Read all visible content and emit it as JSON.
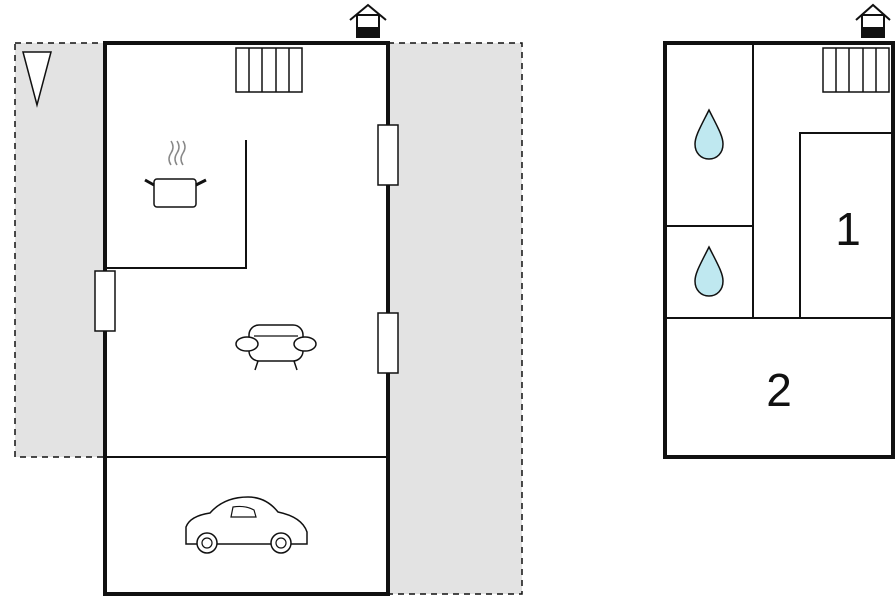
{
  "floors": [
    {
      "name": "",
      "features": [
        "kitchen-icon",
        "sofa-icon",
        "car-icon",
        "radiator-icon",
        "entrance-icon",
        "north-arrow-icon"
      ]
    },
    {
      "name": "",
      "rooms": [
        {
          "label": "1",
          "type": "bedroom"
        },
        {
          "label": "2",
          "type": "bedroom"
        }
      ],
      "features": [
        "water-drop-icon",
        "water-drop-icon",
        "radiator-icon",
        "entrance-icon"
      ]
    }
  ],
  "colors": {
    "wall": "#111111",
    "terrace": "#e3e3e3",
    "water": "#bfe8f0",
    "background": "#ffffff"
  }
}
